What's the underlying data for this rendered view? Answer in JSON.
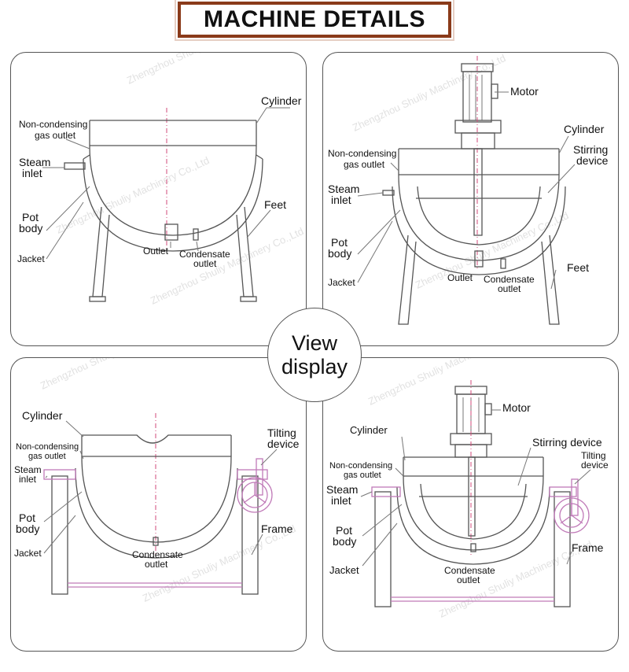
{
  "title": "MACHINE DETAILS",
  "center": {
    "line1": "View",
    "line2": "display"
  },
  "watermark": "Zhengzhou Shuliy Machinery Co.,Ltd",
  "panels": {
    "top_left": {
      "cylinder": "Cylinder",
      "non_condensing_1": "Non-condensing",
      "non_condensing_2": "gas outlet",
      "steam_1": "Steam",
      "steam_2": "inlet",
      "pot_1": "Pot",
      "pot_2": "body",
      "jacket": "Jacket",
      "outlet": "Outlet",
      "condensate_1": "Condensate",
      "condensate_2": "outlet",
      "feet": "Feet"
    },
    "top_right": {
      "motor": "Motor",
      "cylinder": "Cylinder",
      "stirring_1": "Stirring",
      "stirring_2": "device",
      "non_condensing_1": "Non-condensing",
      "non_condensing_2": "gas outlet",
      "steam_1": "Steam",
      "steam_2": "inlet",
      "pot_1": "Pot",
      "pot_2": "body",
      "jacket": "Jacket",
      "outlet": "Outlet",
      "condensate_1": "Condensate",
      "condensate_2": "outlet",
      "feet": "Feet"
    },
    "bottom_left": {
      "cylinder": "Cylinder",
      "non_condensing_1": "Non-condensing",
      "non_condensing_2": "gas outlet",
      "steam_1": "Steam",
      "steam_2": "inlet",
      "pot_1": "Pot",
      "pot_2": "body",
      "jacket": "Jacket",
      "condensate_1": "Condensate",
      "condensate_2": "outlet",
      "tilting_1": "Tilting",
      "tilting_2": "device",
      "frame": "Frame"
    },
    "bottom_right": {
      "motor": "Motor",
      "cylinder": "Cylinder",
      "stirring": "Stirring device",
      "tilting_1": "Tilting",
      "tilting_2": "device",
      "non_condensing_1": "Non-condensing",
      "non_condensing_2": "gas outlet",
      "steam_1": "Steam",
      "steam_2": "inlet",
      "pot_1": "Pot",
      "pot_2": "body",
      "jacket": "Jacket",
      "condensate_1": "Condensate",
      "condensate_2": "outlet",
      "frame": "Frame"
    }
  }
}
